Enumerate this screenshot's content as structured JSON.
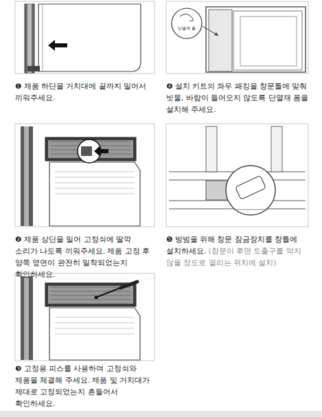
{
  "diagram": {
    "labels": [
      "❶ 제품 하단을 거치대에 끝까지 밀어서 끼워주세요.",
      "❷ 제품 상단을 밀어 고정쇠에 딸깍 소리가 나도록 끼워주세요. 제품 고정 후 양쪽 옆면이 완전히 밀착되었는지 확인하세요.",
      "❸ 고정용 피스를 사용하여 고정쇠와 제품을 체결해 주세요. 제품 및 거치대가 제대로 고정되었는지 흔들어서 확인하세요.",
      "단열재 폼",
      "❹ 설치 키트의 좌우 패킹을 창문틀에 맞춰 빗물, 바람이 들어오지 않도록 단열재 폼을 설치해 주세요.",
      "❺ 방범을 위해 창문 잠금장치를 창틀에 설치하세요.",
      "(창문이 후면 토출구를 막지 않을 정도로 열리는 위치에 설치)"
    ]
  }
}
